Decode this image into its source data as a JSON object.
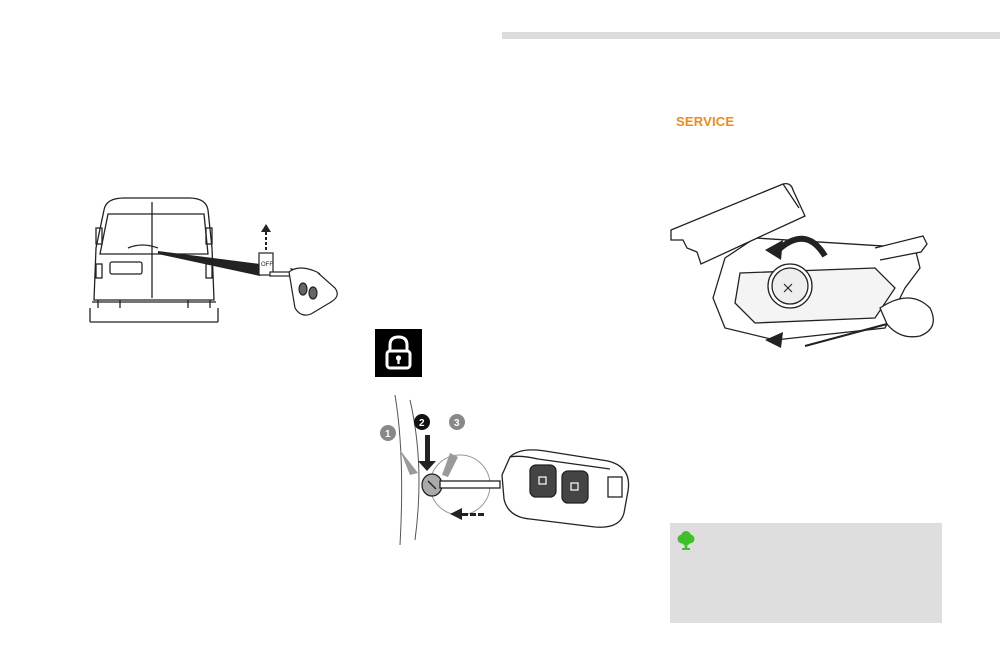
{
  "section": {
    "service_label": "SERVICE"
  },
  "van_illustration": {
    "switch_label": "OFF"
  },
  "ignition_illustration": {
    "steps": [
      "1",
      "2",
      "3"
    ]
  },
  "icons": {
    "lock": "padlock-icon",
    "eco": "tree-icon"
  },
  "colors": {
    "service": "#f08a1c",
    "eco": "#3fbf2a",
    "panel": "#dedede",
    "rule": "#dcdcdc"
  }
}
